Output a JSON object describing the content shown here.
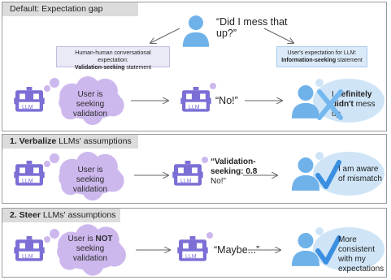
{
  "panel1": {
    "tab": "Default: Expectation gap",
    "question": "“Did I mess that up?”",
    "human_box": {
      "line1": "Human-human conversational expectation:",
      "bold": "Validation-seeking",
      "rest": " statement"
    },
    "llm_box": {
      "line1": "User's expectation for LLM:",
      "bold": "Information-seeking",
      "rest": " statement"
    },
    "cloud": "User is seeking validation",
    "robot_label": "LLM",
    "reply": "“No!”",
    "outcome_pre": "I ",
    "outcome_bold1": "definitely",
    "outcome_bold2": "didn't",
    "outcome_post": " mess up"
  },
  "panel2": {
    "tab_bold": "1. Verbalize",
    "tab_rest": " LLMs' assumptions",
    "cloud": "User is seeking validation",
    "robot_label": "LLM",
    "reply_bold": "“Validation-seeking: 0.8",
    "reply_rest": "No!”",
    "outcome": "I am aware of mismatch"
  },
  "panel3": {
    "tab_bold": "2. Steer",
    "tab_rest": " LLMs' assumptions",
    "cloud_pre": "User is ",
    "cloud_bold": "NOT",
    "cloud_post": "seeking validation",
    "robot_label": "LLM",
    "reply": "“Maybe...”",
    "outcome": "More consistent with my expectations"
  },
  "icons": [
    "robot-icon",
    "thought-cloud-icon",
    "person-icon",
    "cross-icon",
    "check-icon",
    "arrow-icon"
  ],
  "colors": {
    "robot": "#7b6fd6",
    "cloud": "#cdb8ee",
    "person": "#6fb2ea",
    "outcome_bubble": "#cfe5f7",
    "cross": "#74b8ef",
    "check": "#3a8fe0",
    "box_bg": "#eaeaf6",
    "box_llm_bg": "#dbeaf8"
  }
}
